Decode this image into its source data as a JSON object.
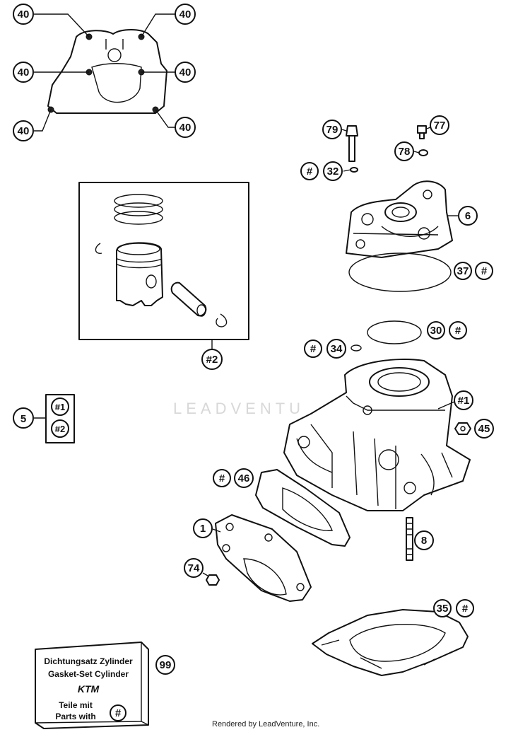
{
  "callouts": {
    "c40_tl": "40",
    "c40_tr": "40",
    "c40_ml": "40",
    "c40_mr": "40",
    "c40_bl": "40",
    "c40_br": "40",
    "c79": "79",
    "c77": "77",
    "c78": "78",
    "c32": "32",
    "c32_hash": "#",
    "c6": "6",
    "c37": "37",
    "c37_hash": "#",
    "c30": "30",
    "c30_hash": "#",
    "c34": "34",
    "c34_hash": "#",
    "c2": "#2",
    "c5": "5",
    "c5_a": "#1",
    "c5_b": "#2",
    "c1_cyl": "#1",
    "c45": "45",
    "c46": "46",
    "c46_hash": "#",
    "c1": "1",
    "c8": "8",
    "c74": "74",
    "c35": "35",
    "c35_hash": "#",
    "c99": "99"
  },
  "kit_box": {
    "line1": "Dichtungsatz Zylinder",
    "line2": "Gasket-Set Cylinder",
    "logo": "KTM",
    "line3": "Teile mit",
    "line4": "Parts with",
    "hash": "#"
  },
  "watermark": "LEADVENTU",
  "footer": "Rendered by LeadVenture, Inc."
}
